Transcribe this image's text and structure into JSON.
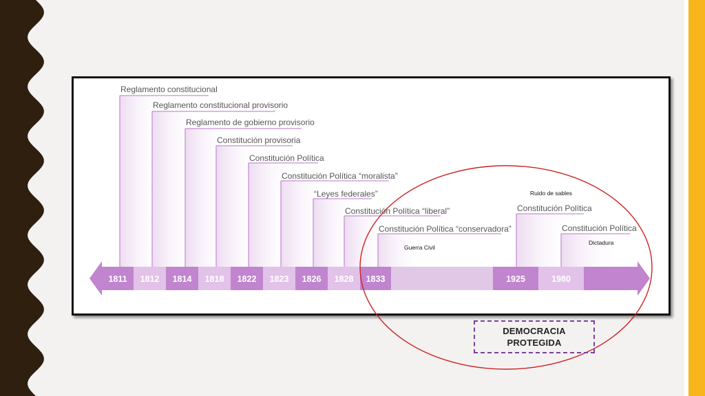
{
  "colors": {
    "dark": "#2e1f0f",
    "accent": "#f9b51c",
    "strong": "#c184cf",
    "light": "#e2c2e8",
    "line": "#c58fd2",
    "circle": "#cc2222",
    "dash": "#7a3ea0"
  },
  "timeline": {
    "years": [
      "1811",
      "1812",
      "1814",
      "1818",
      "1822",
      "1823",
      "1826",
      "1828",
      "1833",
      "1925",
      "1980"
    ],
    "labels": [
      "Reglamento constitucional",
      "Reglamento constitucional provisorio",
      "Reglamento de gobierno provisorio",
      "Constitución provisoria",
      "Constitución Política",
      "Constitución Política “moralista”",
      "“Leyes federales”",
      "Constitución Política “liberal”",
      "Constitución Política “conservadora”",
      "Constitución Política",
      "Constitución Política"
    ]
  },
  "annotations": {
    "guerra_civil": "Guerra Civil",
    "ruido_de_sables": "Ruido de sables",
    "dictadura": "Dictadura"
  },
  "box": {
    "line1": "DEMOCRACIA",
    "line2": "PROTEGIDA"
  }
}
